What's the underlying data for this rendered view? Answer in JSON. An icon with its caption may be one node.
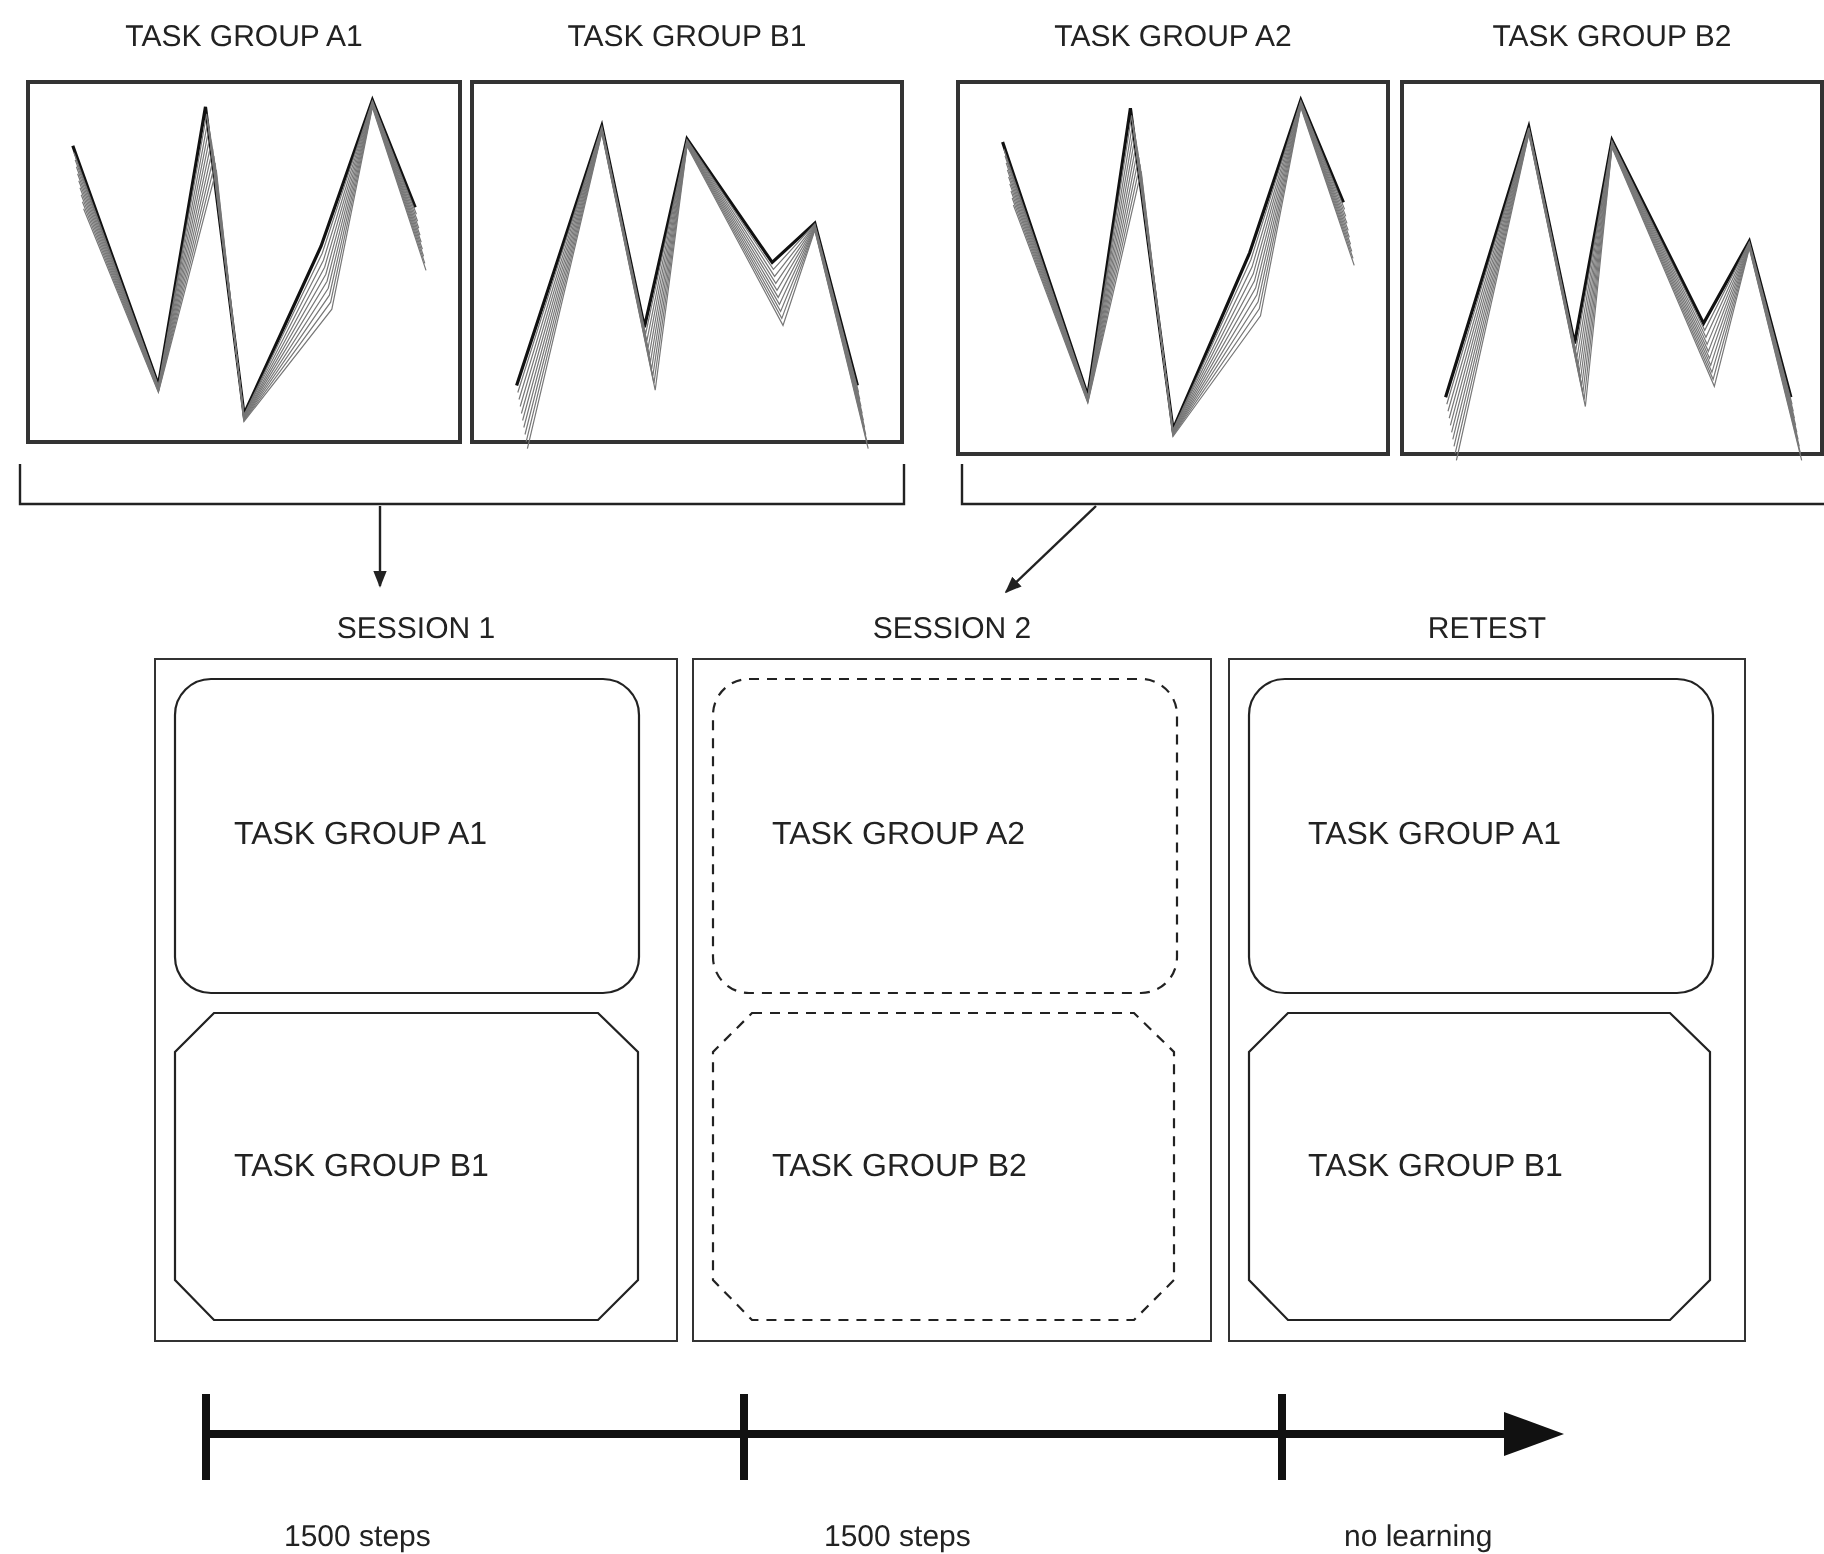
{
  "diagram": {
    "nodes": [
      {
        "text": [
          "TASK GROUP A1"
        ]
      },
      {
        "text": [
          "TASK GROUP B1"
        ]
      },
      {
        "text": [
          "TASK GROUP A2"
        ]
      },
      {
        "text": [
          "TASK GROUP B2"
        ]
      },
      {
        "text": [],
        "shape": "bracket"
      },
      {
        "text": [],
        "shape": "bracket"
      },
      {
        "text": [
          "SESSION 1"
        ]
      },
      {
        "text": [
          "TASK GROUP A1"
        ],
        "in": 6
      },
      {
        "text": [
          "TASK GROUP B1"
        ],
        "in": 6
      },
      {
        "text": [
          "SESSION 2"
        ]
      },
      {
        "text": [
          "TASK GROUP A2"
        ],
        "in": 9
      },
      {
        "text": [
          "TASK GROUP B2"
        ],
        "in": 9
      },
      {
        "text": [
          "RETEST"
        ]
      },
      {
        "text": [
          "TASK GROUP A1"
        ],
        "in": 12
      },
      {
        "text": [
          "TASK GROUP B1"
        ],
        "in": 12
      }
    ],
    "edges": [
      {
        "from": 4,
        "to": 6,
        "arrow": "to"
      },
      {
        "from": 5,
        "to": 9,
        "arrow": "to"
      }
    ],
    "labels": [
      "1500 steps",
      "1500 steps",
      "no learning"
    ]
  }
}
